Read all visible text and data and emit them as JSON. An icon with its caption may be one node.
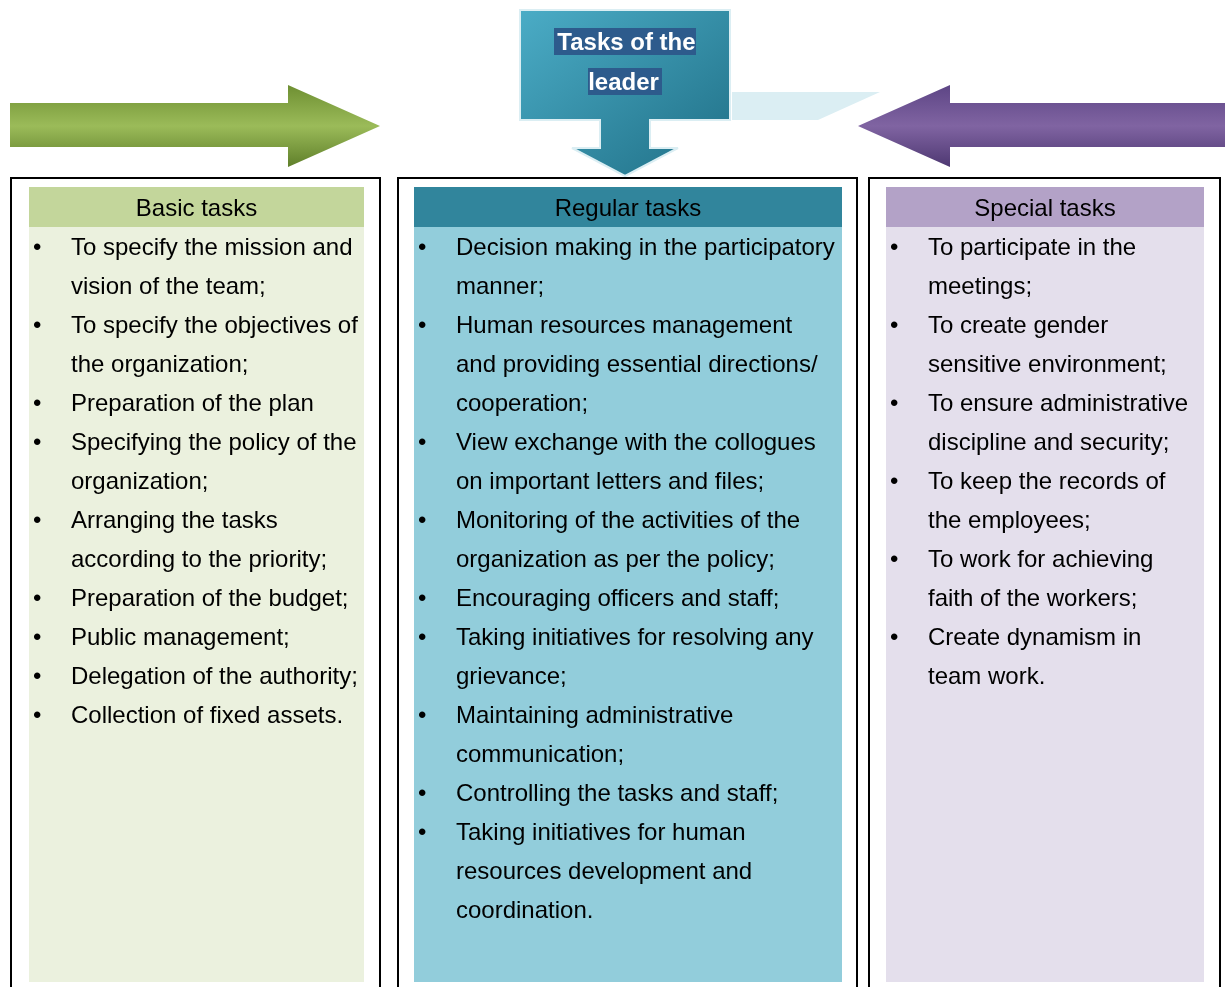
{
  "diagram": {
    "nodes": [
      {
        "text": [
          "Tasks of the leader"
        ]
      },
      {
        "text": [],
        "shape": "box"
      },
      {
        "text": [
          "Basic tasks",
          "• To specify the mission and vision of the team;",
          "• To specify the objectives of the organization;",
          "• Preparation of the plan",
          "• Specifying the policy of the organization;",
          "• Arranging the tasks according to the priority;",
          "• Preparation of the budget;",
          "• Public management;",
          "• Delegation of the authority;",
          "• Collection of fixed assets."
        ],
        "in": 1
      },
      {
        "text": [],
        "shape": "box"
      },
      {
        "text": [
          "Regular tasks",
          "• Decision making in the participatory manner;",
          "• Human resources management and providing essential directions/ cooperation;",
          "• View exchange with the collogues on important letters and files;",
          "• Monitoring of the activities of the organization as per the policy;",
          "• Encouraging officers and staff;",
          "• Taking initiatives for resolving any grievance;",
          "• Maintaining administrative communication;",
          "• Controlling the tasks and staff;",
          "• Taking initiatives for human resources development and coordination."
        ],
        "in": 3
      },
      {
        "text": [],
        "shape": "box"
      },
      {
        "text": [
          "Special tasks",
          "• To participate in the meetings;",
          "• To create gender sensitive environment;",
          "• To ensure administrative discipline and security;",
          "• To keep the records of the employees;",
          "• To work for achieving faith of the workers;",
          "• Create dynamism in team work."
        ],
        "in": 5
      }
    ],
    "edges": []
  }
}
